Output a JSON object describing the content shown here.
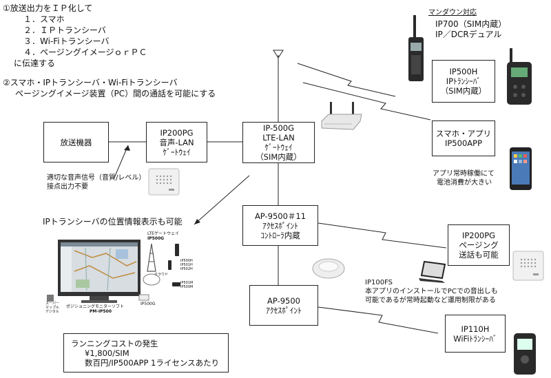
{
  "intro": {
    "heading1": "①放送出力をＩＰ化して",
    "list": [
      "１．スマホ",
      "２．ＩＰトランシーバ",
      "３．Wi-Fiトランシーバ",
      "４．ページングイメージｏｒＰＣ"
    ],
    "tail": "に伝達する",
    "heading2": "②スマホ・IPトランシーバ・Wi-Fiトランシーバ",
    "heading2b": "ページングイメージ装置（PC）間の通話を可能にする"
  },
  "boxes": {
    "broadcast": {
      "lines": [
        "放送機器"
      ]
    },
    "ip200pg": {
      "lines": [
        "IP200PG",
        "音声-LAN",
        "ｹﾞｰﾄｳｪｲ"
      ]
    },
    "ip500g": {
      "lines": [
        "IP-500G",
        "LTE-LAN",
        "ｹﾞｰﾄｳｪｲ",
        "（SIM内蔵）"
      ]
    },
    "ap9500_11": {
      "lines": [
        "AP-9500＃11",
        "ｱｸｾｽﾎﾟｲﾝﾄ",
        "ｺﾝﾄﾛｰﾗ内蔵"
      ]
    },
    "ap9500": {
      "lines": [
        "AP-9500",
        "ｱｸｾｽﾎﾟｲﾝﾄ"
      ]
    },
    "ip500h": {
      "lines": [
        "IP500H",
        "IPﾄﾗﾝｼｰﾊﾞ",
        "（SIM内蔵）"
      ]
    },
    "smartphone": {
      "lines": [
        "スマホ・アプリ",
        "IP500APP"
      ]
    },
    "ip200pg_paging": {
      "lines": [
        "IP200PG",
        "ページング",
        "送話も可能"
      ]
    },
    "ip110h": {
      "lines": [
        "IP110H",
        "WiFiﾄﾗﾝｼｰﾊﾞ"
      ]
    },
    "cost": {
      "lines": [
        "ランニングコストの発生",
        "¥1,800/SIM",
        "数百円/IP500APP  1ライセンスあたり"
      ]
    }
  },
  "notes": {
    "mandown": "マンダウン対応",
    "ip700_1": "IP700（SIM内蔵）",
    "ip700_2": "IP／DCRデュアル",
    "app_battery_1": "アプリ常時稼働にて",
    "app_battery_2": "電池消費が大きい",
    "audio_1": "適切な音声信号（音質/レベル）",
    "audio_2": "接点出力不要",
    "position": "IPトランシーバの位置情報表示も可能",
    "ip100fs_1": "IP100FS",
    "ip100fs_2": "本アプリのインストールでPCでの音出しも",
    "ip100fs_3": "可能であるが常時起動など運用制限がある"
  },
  "monitor": {
    "gateway_label": "LTEゲートウェイ",
    "gateway_model": "IP500G",
    "radios": "IP500H\nIP501H\nIP502H",
    "mobiles": "IP501M\nIP500M",
    "bottom_gateway": "IP500G",
    "software": "ポジショニングモニターソフト",
    "software_model": "PM-IP500",
    "logo": "スーパー\nマップル",
    "logo_sub": "デジタル",
    "cloud_label": "クラウド"
  },
  "colors": {
    "line": "#222222",
    "device_dark": "#2a2a2a",
    "device_light": "#e8e8e8"
  }
}
